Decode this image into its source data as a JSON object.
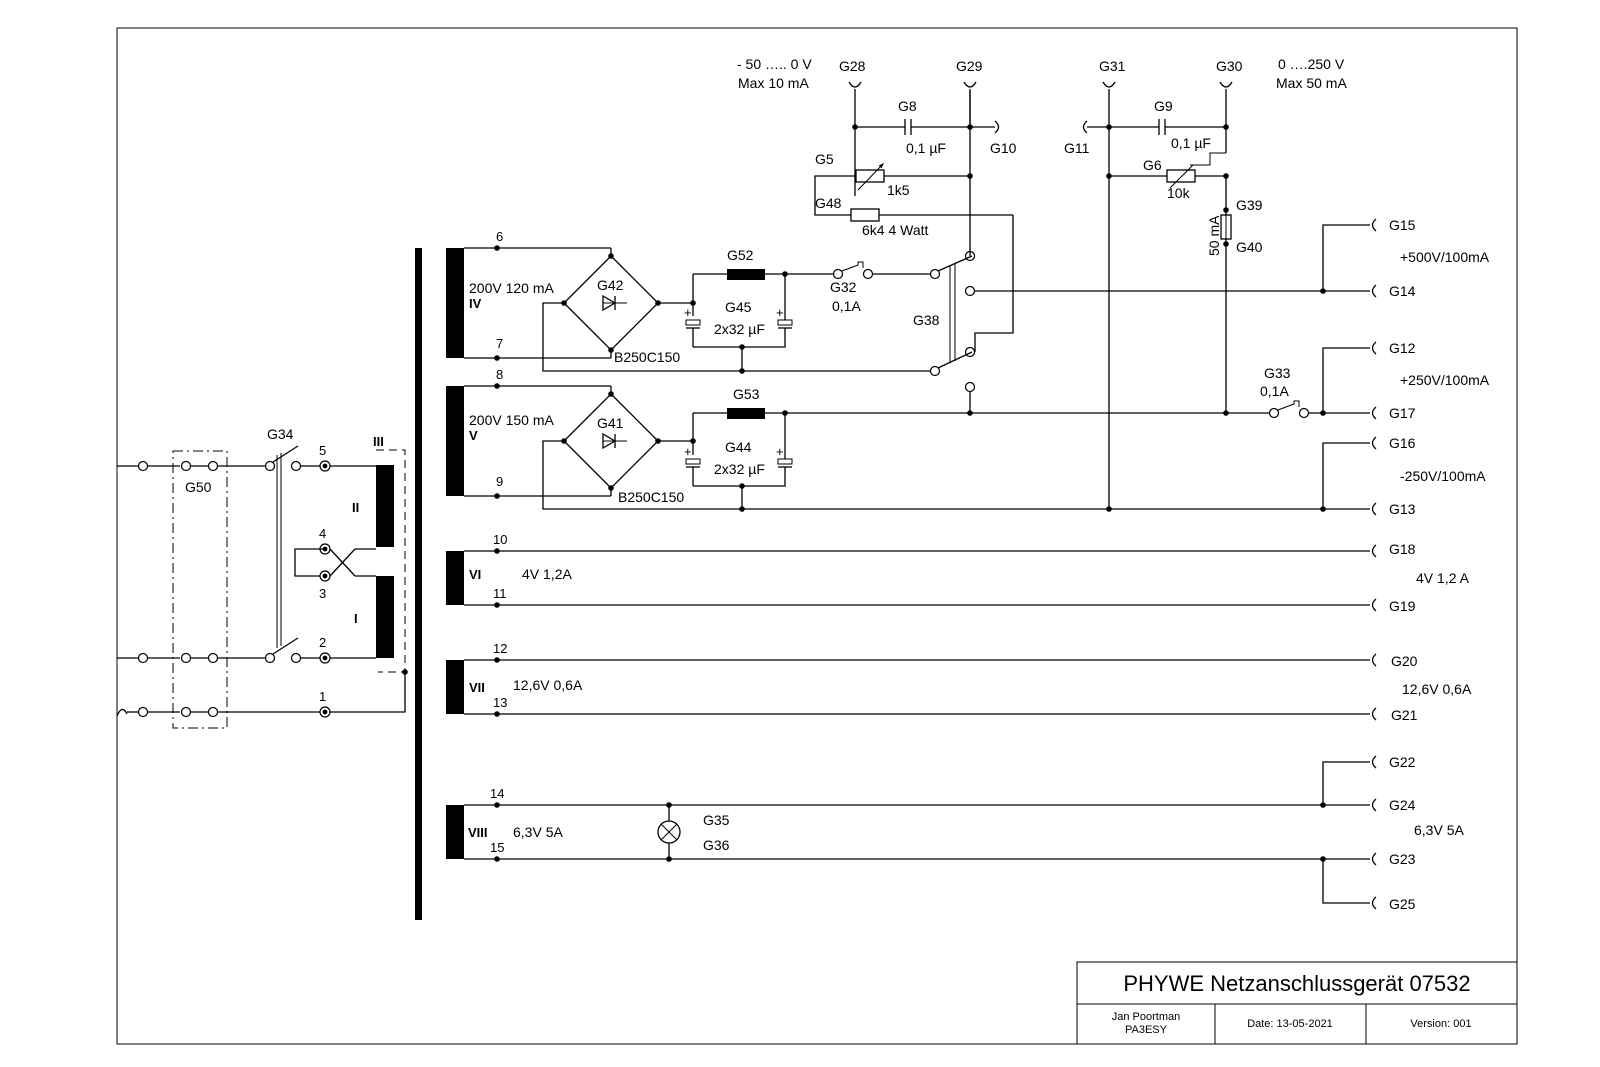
{
  "title_block": {
    "title": "PHYWE Netzanschlussgerät 07532",
    "author_name": "Jan Poortman",
    "author_call": "PA3ESY",
    "date": "Date: 13-05-2021",
    "version": "Version: 001"
  },
  "labels": {
    "g28": "G28",
    "g29": "G29",
    "g31": "G31",
    "g30": "G30",
    "neg_range": "- 50 ….. 0 V",
    "neg_max": "Max 10 mA",
    "pos_range": "0 ….250 V",
    "pos_max": "Max 50 mA",
    "g8": "G8",
    "g8_val": "0,1 µF",
    "g10": "G10",
    "g9": "G9",
    "g9_val": "0,1 µF",
    "g11": "G11",
    "g5": "G5",
    "g5_val": "1k5",
    "g6": "G6",
    "g6_val": "10k",
    "g48": "G48",
    "g48_val": "6k4 4 Watt",
    "g39": "G39",
    "g40": "G40",
    "fuse_val": "50 mA",
    "g15": "G15",
    "g14": "G14",
    "v500": "+500V/100mA",
    "g12": "G12",
    "g17": "G17",
    "v250": "+250V/100mA",
    "g16": "G16",
    "g13": "G13",
    "vneg250": "-250V/100mA",
    "g18": "G18",
    "g19": "G19",
    "v4": "4V 1,2 A",
    "g20": "G20",
    "g21": "G21",
    "v126": "12,6V 0,6A",
    "g22": "G22",
    "g24": "G24",
    "g23": "G23",
    "g25": "G25",
    "v63": "6,3V 5A",
    "g52": "G52",
    "g53": "G53",
    "g42": "G42",
    "g41": "G41",
    "g45": "G45",
    "g45_val": "2x32 µF",
    "g44": "G44",
    "g44_val": "2x32 µF",
    "g32": "G32",
    "g32_val": "0,1A",
    "g33": "G33",
    "g33_val": "0,1A",
    "g38": "G38",
    "br1": "B250C150",
    "br2": "B250C150",
    "g34": "G34",
    "g50": "G50",
    "g35": "G35",
    "g36": "G36",
    "w4_spec": "200V 120 mA",
    "w4": "IV",
    "w5_spec": "200V 150 mA",
    "w5": "V",
    "w6": "VI",
    "w6_spec": "4V 1,2A",
    "w7": "VII",
    "w7_spec": "12,6V 0,6A",
    "w8": "VIII",
    "w8_spec": "6,3V 5A",
    "p1": "1",
    "p2": "2",
    "p3": "3",
    "p4": "4",
    "p5": "5",
    "p6": "6",
    "p7": "7",
    "p8": "8",
    "p9": "9",
    "p10": "10",
    "p11": "11",
    "p12": "12",
    "p13": "13",
    "p14": "14",
    "p15": "15",
    "wI": "I",
    "wII": "II",
    "wIII": "III"
  }
}
